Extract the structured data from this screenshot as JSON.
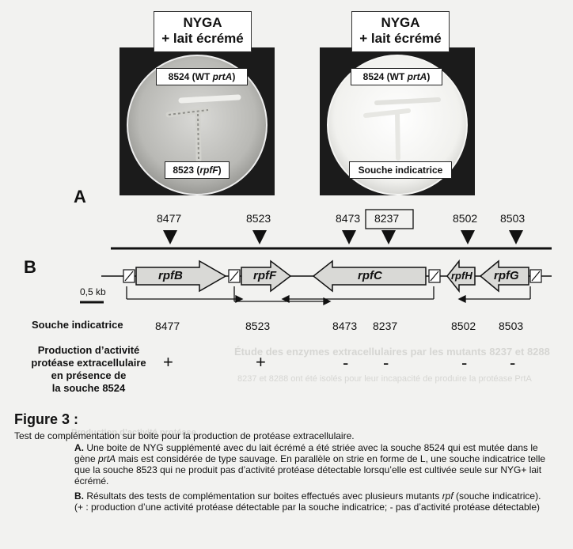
{
  "plates": {
    "left": {
      "header_line1": "NYGA",
      "header_line2": "+ lait écrémé",
      "top_tag_strain": "8524 (WT ",
      "top_tag_gene": "prtA",
      "top_tag_end": ")",
      "bottom_tag_strain": "8523 (",
      "bottom_tag_gene": "rpfF",
      "bottom_tag_end": ")"
    },
    "right": {
      "header_line1": "NYGA",
      "header_line2": "+ lait écrémé",
      "top_tag_strain": "8524 (WT ",
      "top_tag_gene": "prtA",
      "top_tag_end": ")",
      "bottom_tag": "Souche indicatrice"
    }
  },
  "panel_a": "A",
  "panel_b": "B",
  "insertion_sites": [
    "8477",
    "8523",
    "8473",
    "8237",
    "8502",
    "8503"
  ],
  "genes": [
    "rpfB",
    "rpfF",
    "rpfC",
    "rpfH",
    "rpfG"
  ],
  "scale_bar": "0,5 kb",
  "table": {
    "row1_label": "Souche indicatrice",
    "strains": [
      "8477",
      "8523",
      "8473",
      "8237",
      "8502",
      "8503"
    ],
    "row2_label_lines": [
      "Production d’activité",
      "protéase extracellulaire",
      "en présence de",
      "la souche 8524"
    ],
    "results": [
      "+",
      "+",
      "-",
      "-",
      "-",
      "-"
    ]
  },
  "figure": {
    "title": "Figure 3 :",
    "subtitle": "Test de complémentation sur boite pour la production de protéase extracellulaire.",
    "itemA_letter": "A.",
    "itemA_p1": " Une boite de NYG supplémenté avec du lait écrémé a été striée avec la souche 8524 qui est mutée dans le gène ",
    "itemA_gene": "prtA",
    "itemA_p2": "  mais est considérée de type sauvage. En parallèle on strie en forme de L, une souche indicatrice telle que la souche  8523 qui ne produit pas d’activité protéase détectable lorsqu’elle est cultivée seule sur NYG+ lait écrémé.",
    "itemB_letter": "B.",
    "itemB_p1": " Résultats des tests de complémentation sur boites effectués avec plusieurs mutants ",
    "itemB_gene": "rpf",
    "itemB_p2": " (souche indicatrice).",
    "itemB_p3": "(+ : production d’une activité protéase détectable par la souche indicatrice; - pas d’activité protéase détectable)"
  },
  "show_through": {
    "line1": "Étude des enzymes extracellulaires par les mutants  8237 et 8288",
    "line2": "8237 et 8288 ont été isolés pour leur incapacité de produire la protéase PrtA",
    "line3": "Production d’activité protéase"
  }
}
